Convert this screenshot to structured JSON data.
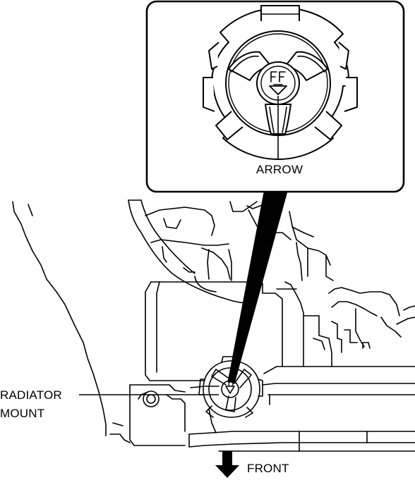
{
  "labels": {
    "arrow": "ARROW",
    "radiator_mount_line1": "RADIATOR",
    "radiator_mount_line2": "MOUNT",
    "front": "FRONT"
  },
  "colors": {
    "line": "#000000",
    "background": "#ffffff"
  },
  "icons": {
    "front_direction": "arrow-down-icon",
    "mount_marking": "triangle-arrow-icon"
  }
}
